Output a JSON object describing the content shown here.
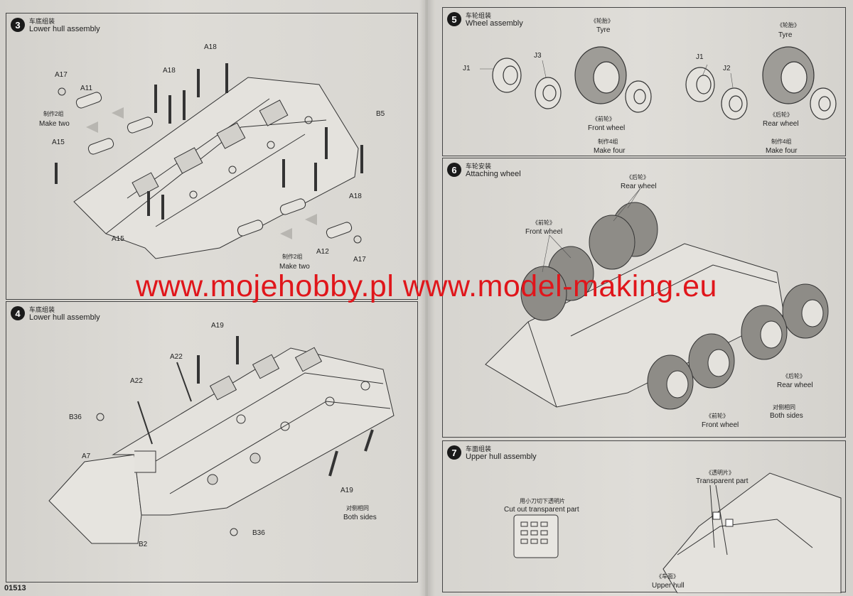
{
  "page_code": "01513",
  "watermark": "www.mojehobby.pl www.model-making.eu",
  "steps": [
    {
      "number": "3",
      "cn": "车底组装",
      "en": "Lower hull assembly",
      "labels": {
        "a18_top": "A18",
        "a18_mid": "A18",
        "a18_right": "A18",
        "a17_top": "A17",
        "a11": "A11",
        "a15_top": "A15",
        "a15_bottom": "A15",
        "b5": "B5",
        "a12": "A12",
        "a17_bottom": "A17",
        "make_two_1_cn": "制作2组",
        "make_two_1_en": "Make two",
        "make_two_2_cn": "制作2组",
        "make_two_2_en": "Make two"
      }
    },
    {
      "number": "4",
      "cn": "车底组装",
      "en": "Lower hull assembly",
      "labels": {
        "a19_top": "A19",
        "a22_top": "A22",
        "a22_left": "A22",
        "b36_top": "B36",
        "a7": "A7",
        "a19_bottom": "A19",
        "b36_bottom": "B36",
        "b2": "B2",
        "both_sides_cn": "对侧相同",
        "both_sides_en": "Both sides"
      }
    },
    {
      "number": "5",
      "cn": "车轮组装",
      "en": "Wheel assembly",
      "labels": {
        "j1_a": "J1",
        "j3": "J3",
        "tyre_a_cn": "《轮胎》",
        "tyre_a_en": "Tyre",
        "front_cn": "《前轮》",
        "front_en": "Front wheel",
        "make_four_a_cn": "制作4组",
        "make_four_a_en": "Make four",
        "j1_b": "J1",
        "j2": "J2",
        "tyre_b_cn": "《轮胎》",
        "tyre_b_en": "Tyre",
        "rear_cn": "《后轮》",
        "rear_en": "Rear wheel",
        "make_four_b_cn": "制作4组",
        "make_four_b_en": "Make four"
      }
    },
    {
      "number": "6",
      "cn": "车轮安装",
      "en": "Attaching wheel",
      "labels": {
        "rear_top_cn": "《后轮》",
        "rear_top_en": "Rear wheel",
        "front_left_cn": "《前轮》",
        "front_left_en": "Front wheel",
        "rear_right_cn": "《后轮》",
        "rear_right_en": "Rear wheel",
        "both_sides_cn": "对侧相同",
        "both_sides_en": "Both sides",
        "front_bottom_cn": "《前轮》",
        "front_bottom_en": "Front wheel"
      }
    },
    {
      "number": "7",
      "cn": "车面组装",
      "en": "Upper hull assembly",
      "labels": {
        "cut_cn": "用小刀切下透明片",
        "cut_en": "Cut out transparent part",
        "transparent_cn": "《透明片》",
        "transparent_en": "Transparent part",
        "upper_cn": "《车面》",
        "upper_en": "Upper hull"
      }
    }
  ]
}
